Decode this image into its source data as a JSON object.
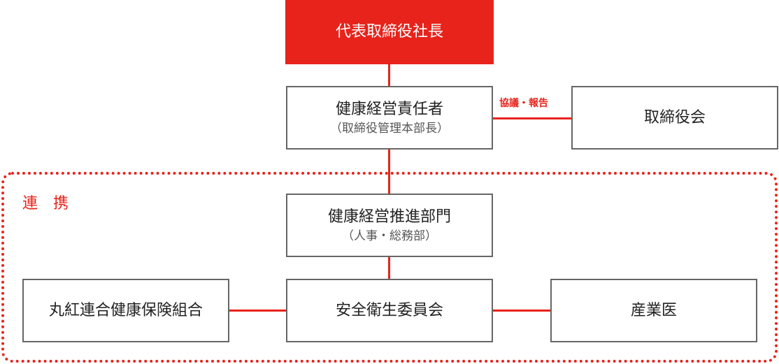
{
  "ceo": {
    "title": "代表取締役社長"
  },
  "manager": {
    "title": "健康経営責任者",
    "subtitle": "（取締役管理本部長）"
  },
  "board": {
    "title": "取締役会"
  },
  "relation_label": "協議・報告",
  "region_label": "連　携",
  "promotion": {
    "title": "健康経営推進部門",
    "subtitle": "（人事・総務部）"
  },
  "health_insurance": {
    "title": "丸紅連合健康保険組合"
  },
  "safety_committee": {
    "title": "安全衛生委員会"
  },
  "doctor": {
    "title": "産業医"
  },
  "colors": {
    "accent": "#e8231b",
    "border": "#666666"
  }
}
